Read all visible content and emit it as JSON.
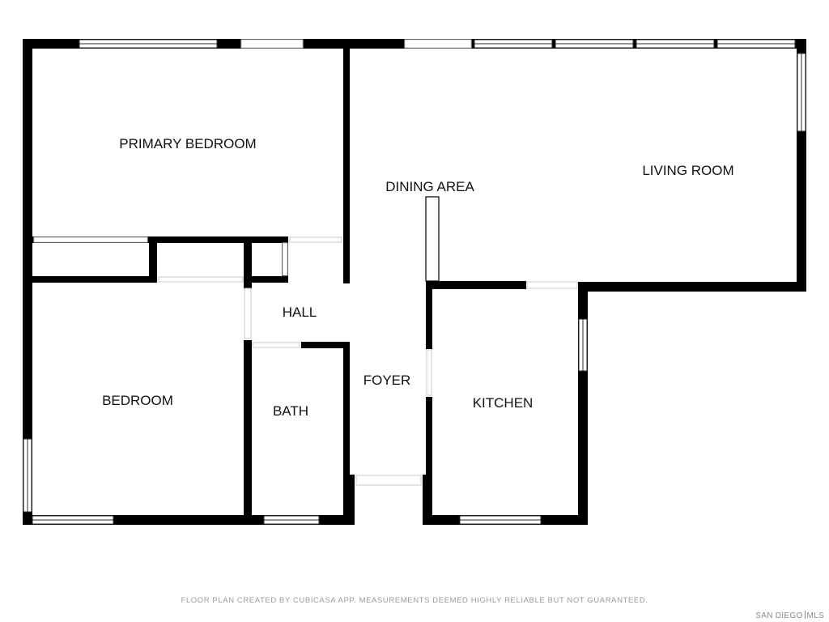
{
  "rooms": {
    "primary_bedroom": "PRIMARY BEDROOM",
    "living_room": "LIVING ROOM",
    "dining_area": "DINING AREA",
    "hall": "HALL",
    "bedroom": "BEDROOM",
    "bath": "BATH",
    "foyer": "FOYER",
    "kitchen": "KITCHEN"
  },
  "footer": {
    "disclaimer": "FLOOR PLAN CREATED BY CUBICASA APP. MEASUREMENTS DEEMED HIGHLY RELIABLE BUT NOT GUARANTEED.",
    "brand_left": "SAN DIEGO",
    "brand_right": "MLS"
  },
  "colors": {
    "wall": "#000000",
    "background": "#ffffff",
    "footer_text": "#9a9a9a"
  }
}
